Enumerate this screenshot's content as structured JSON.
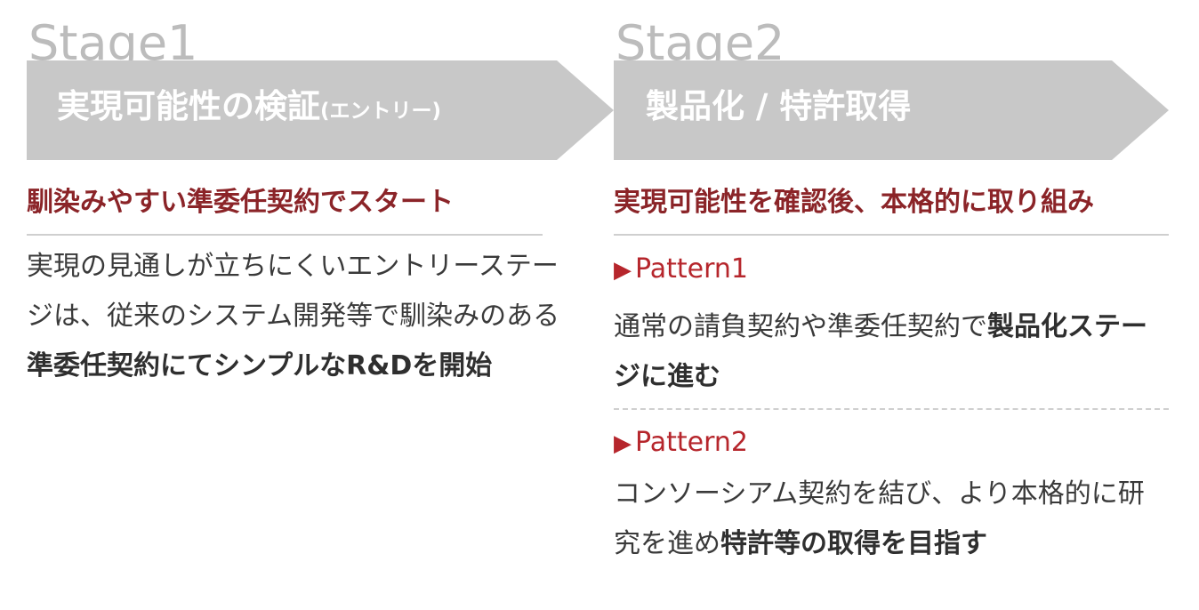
{
  "stage1": {
    "label": "Stage1",
    "title_main": "実現可能性の検証",
    "title_sub": "(エントリー)",
    "subhead": "馴染みやすい準委任契約でスタート",
    "body_pre": "実現の見通しが立ちにくいエントリーステージは、従来のシステム開発等で馴染みのある",
    "body_bold": "準委任契約にてシンプルなR&Dを開始"
  },
  "stage2": {
    "label": "Stage2",
    "title_main": "製品化 / 特許取得",
    "subhead": "実現可能性を確認後、本格的に取り組み",
    "patterns": [
      {
        "marker": "▶",
        "label": "Pattern1",
        "body_pre": "通常の請負契約や準委任契約で",
        "body_bold": "製品化ステージに進む"
      },
      {
        "marker": "▶",
        "label": "Pattern2",
        "body_pre": "コンソーシアム契約を結び、より本格的に研究を進め",
        "body_bold": "特許等の取得を目指す"
      }
    ]
  },
  "colors": {
    "arrow_fill": "#c8c8c8",
    "stage_label": "#bcbcbc",
    "subhead": "#8b2428",
    "pattern_accent": "#b6262c",
    "body_text": "#3a3a3a"
  }
}
